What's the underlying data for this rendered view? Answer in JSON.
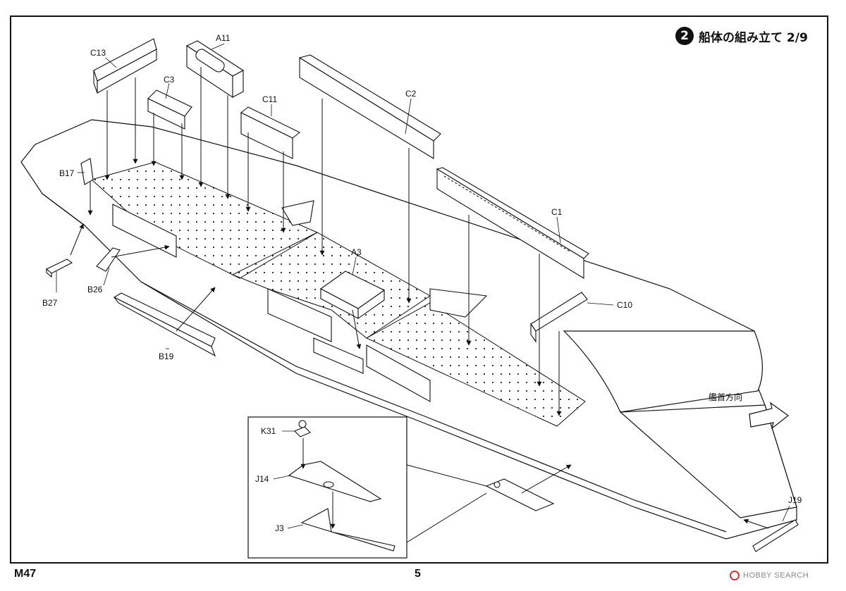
{
  "header": {
    "step_number": "2",
    "step_title": "船体の組み立て 2/9"
  },
  "footer": {
    "model_code": "M47",
    "page_number": "5"
  },
  "watermark": {
    "text": "HOBBY SEARCH"
  },
  "direction_label": "艦首方向",
  "parts": {
    "A11": "A11",
    "C13": "C13",
    "C3": "C3",
    "C11": "C11",
    "C2": "C2",
    "C1": "C1",
    "C10": "C10",
    "A3": "A3",
    "B17": "B17",
    "B26": "B26",
    "B27": "B27",
    "B19": "B19",
    "J19": "J19",
    "K31": "K31",
    "J14": "J14",
    "J3": "J3"
  }
}
